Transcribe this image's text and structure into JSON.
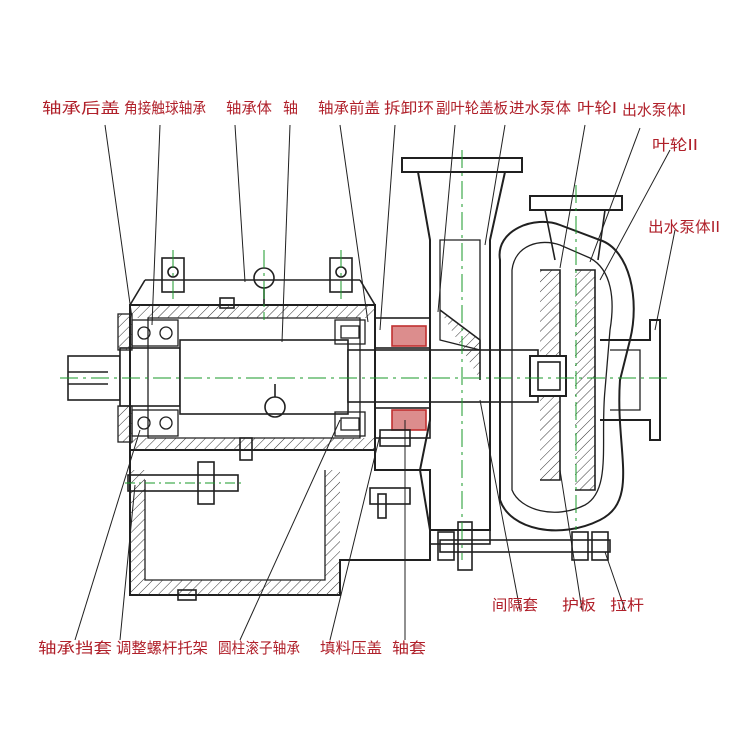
{
  "colors": {
    "line": "#202020",
    "label": "#b0202a",
    "centerline": "#1a9a2a",
    "hatch": "#333333",
    "seal": "#c03030"
  },
  "labels": {
    "bearing_rear_cover": "轴承后盖",
    "angular_ball_bearing": "角接触球轴承",
    "bearing_body": "轴承体",
    "shaft": "轴",
    "bearing_front_cover": "轴承前盖",
    "disassembly_ring": "拆卸环",
    "aux_impeller_cover": "副叶轮盖板",
    "inlet_pump_body": "进水泵体",
    "impeller_1": "叶轮I",
    "outlet_pump_body_1": "出水泵体I",
    "impeller_2": "叶轮II",
    "outlet_pump_body_2": "出水泵体II",
    "spacer_sleeve": "间隔套",
    "guard_plate": "护板",
    "tie_rod": "拉杆",
    "bearing_retainer": "轴承挡套",
    "adjust_screw_bracket": "调整螺杆托架",
    "roller_bearing": "圆柱滚子轴承",
    "packing_gland": "填料压盖",
    "shaft_sleeve": "轴套"
  }
}
